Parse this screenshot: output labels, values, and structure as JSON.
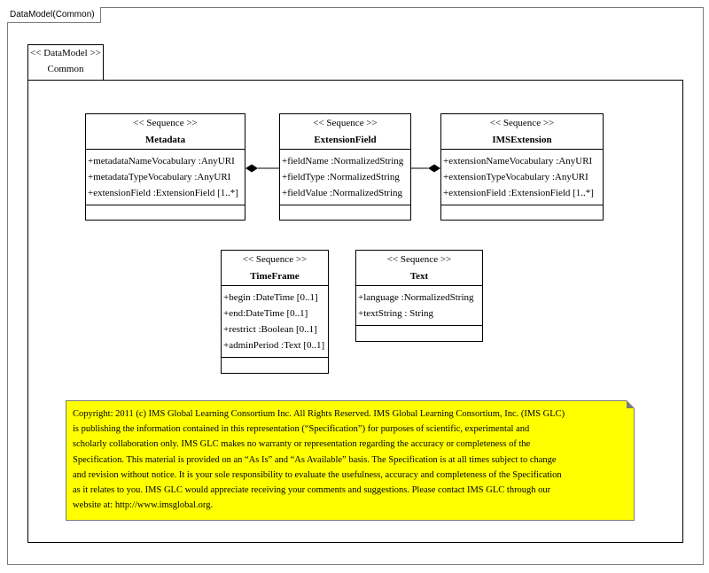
{
  "frame": {
    "label": "DataModel(Common)"
  },
  "package": {
    "stereotype": "<< DataModel >>",
    "name": "Common"
  },
  "classes": [
    {
      "stereotype": "<< Sequence >>",
      "name": "Metadata",
      "attributes": [
        "+metadataNameVocabulary  :AnyURI",
        "+metadataTypeVocabulary  :AnyURI",
        "+extensionField  :ExtensionField  [1..*]"
      ]
    },
    {
      "stereotype": "<< Sequence >>",
      "name": "ExtensionField",
      "attributes": [
        "+fieldName :NormalizedString",
        "+fieldType :NormalizedString",
        "+fieldValue  :NormalizedString"
      ]
    },
    {
      "stereotype": "<< Sequence >>",
      "name": "IMSExtension",
      "attributes": [
        "+extensionNameVocabulary   :AnyURI",
        "+extensionTypeVocabulary   :AnyURI",
        "+extensionField  :ExtensionField  [1..*]"
      ]
    },
    {
      "stereotype": "<< Sequence >>",
      "name": "TimeFrame",
      "attributes": [
        "+begin :DateTime [0..1]",
        "+end:DateTime [0..1]",
        "+restrict :Boolean [0..1]",
        "+adminPeriod  :Text [0..1]"
      ]
    },
    {
      "stereotype": "<< Sequence >>",
      "name": "Text",
      "attributes": [
        "+language  :NormalizedString",
        "+textString : String"
      ]
    }
  ],
  "note": {
    "lines": [
      "Copyright: 2011 (c) IMS Global Learning Consortium Inc.  All Rights Reserved.  IMS Global Learning Consortium, Inc. (IMS GLC)",
      "is publishing the information contained in this representation (“Specification”) for purposes of scientific, experimental and",
      "scholarly collaboration only.  IMS GLC makes no warranty or representation regarding  the accuracy or completeness of the",
      "Specification.  This material is provided on an “As Is” and “As Available” basis.  The Specification is at all times subject to change",
      "and revision without notice.  It is your sole responsibility to evaluate the usefulness, accuracy and completeness of the Specification",
      "as it relates to you.  IMS GLC would appreciate receiving your comments and suggestions.  Please contact IMS GLC through our",
      "website at: http://www.imsglobal.org."
    ]
  }
}
